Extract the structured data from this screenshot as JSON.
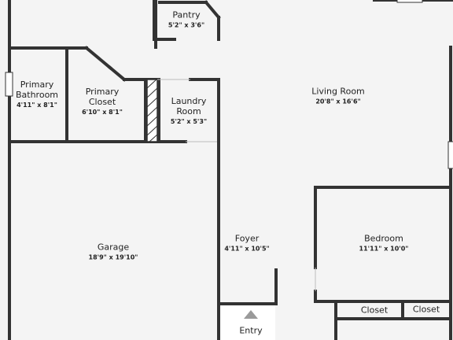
{
  "colors": {
    "wall": "#333333",
    "floor": "#f4f4f4",
    "window": "#ffffff",
    "arrow": "#9a9a9a"
  },
  "rooms": [
    {
      "id": "pantry",
      "name_lines": [
        "Pantry"
      ],
      "dims": "5'2\" x 3'6\""
    },
    {
      "id": "primary-bathroom",
      "name_lines": [
        "Primary",
        "Bathroom"
      ],
      "dims": "4'11\" x 8'1\""
    },
    {
      "id": "primary-closet",
      "name_lines": [
        "Primary",
        "Closet"
      ],
      "dims": "6'10\" x 8'1\""
    },
    {
      "id": "laundry-room",
      "name_lines": [
        "Laundry",
        "Room"
      ],
      "dims": "5'2\" x 5'3\""
    },
    {
      "id": "living-room",
      "name_lines": [
        "Living Room"
      ],
      "dims": "20'8\" x 16'6\""
    },
    {
      "id": "garage",
      "name_lines": [
        "Garage"
      ],
      "dims": "18'9\" x 19'10\""
    },
    {
      "id": "foyer",
      "name_lines": [
        "Foyer"
      ],
      "dims": "4'11\" x 10'5\""
    },
    {
      "id": "bedroom",
      "name_lines": [
        "Bedroom"
      ],
      "dims": "11'11\" x 10'0\""
    },
    {
      "id": "closet-left",
      "name_lines": [
        "Closet"
      ],
      "dims": ""
    },
    {
      "id": "closet-right",
      "name_lines": [
        "Closet"
      ],
      "dims": ""
    },
    {
      "id": "entry",
      "name_lines": [
        "Entry"
      ],
      "dims": ""
    }
  ]
}
